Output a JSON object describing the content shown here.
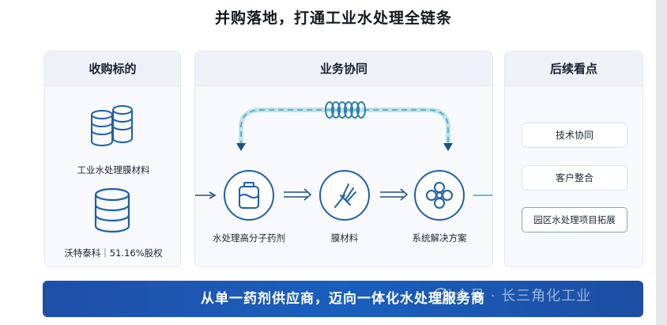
{
  "title": "并购落地，打通工业水处理全链条",
  "panels": {
    "left": {
      "header": "收购标的",
      "items": [
        {
          "label": "工业水处理膜材料",
          "icon": "membrane-rolls-icon"
        },
        {
          "label": "沃特泰科｜51.16%股权",
          "icon": "database-stack-icon"
        }
      ]
    },
    "middle": {
      "header": "业务协同",
      "nodes": [
        {
          "label": "水处理高分子药剂",
          "icon": "chemical-container-icon"
        },
        {
          "label": "膜材料",
          "icon": "membrane-filter-icon"
        },
        {
          "label": "系统解决方案",
          "icon": "fan-system-icon"
        }
      ]
    },
    "right": {
      "header": "后续看点",
      "items": [
        "技术协同",
        "客户整合",
        "园区水处理项目拓展"
      ]
    }
  },
  "banner": "从单一药剂供应商，迈向一体化水处理服务商",
  "watermark": "公众号 · 长三角化工业",
  "colors": {
    "accent": "#1f5fa8",
    "teal": "#3aa7b8",
    "banner": "#1a5fbd"
  }
}
